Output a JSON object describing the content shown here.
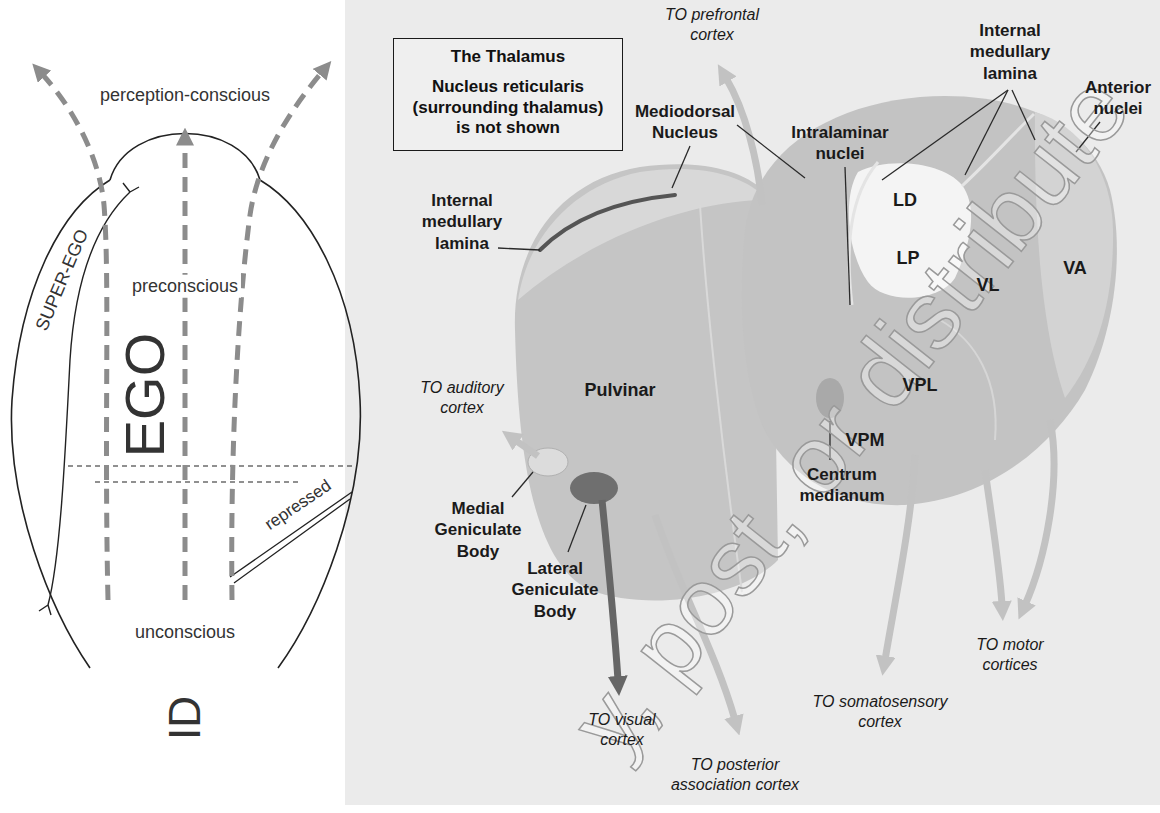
{
  "diagram": {
    "nodes": [
      {
        "text": [
          "perception-conscious",
          "SUPER-EGO",
          "preconscious",
          "EGO",
          "repressed",
          "unconscious",
          "ID"
        ]
      },
      {
        "text": [
          "The Thalamus",
          "Nucleus reticularis (surrounding thalamus) is not shown"
        ]
      },
      {
        "text": [
          "Pulvinar"
        ]
      },
      {
        "text": [
          "Medial Geniculate Body"
        ]
      },
      {
        "text": [
          "Lateral Geniculate Body"
        ]
      },
      {
        "text": [
          "LD",
          "LP",
          "VL",
          "VA",
          "VPL"
        ]
      }
    ],
    "labels": [
      "TO prefrontal cortex",
      "Internal medullary lamina",
      "Anterior nuclei",
      "Intralaminar nuclei",
      "Mediodorsal Nucleus",
      "Internal medullary lamina",
      "TO auditory cortex",
      "VPM",
      "Centrum medianum",
      "TO motor cortices",
      "TO somatosensory cortex",
      "TO visual cortex",
      "TO posterior association cortex",
      "y, post, or distribute"
    ]
  }
}
